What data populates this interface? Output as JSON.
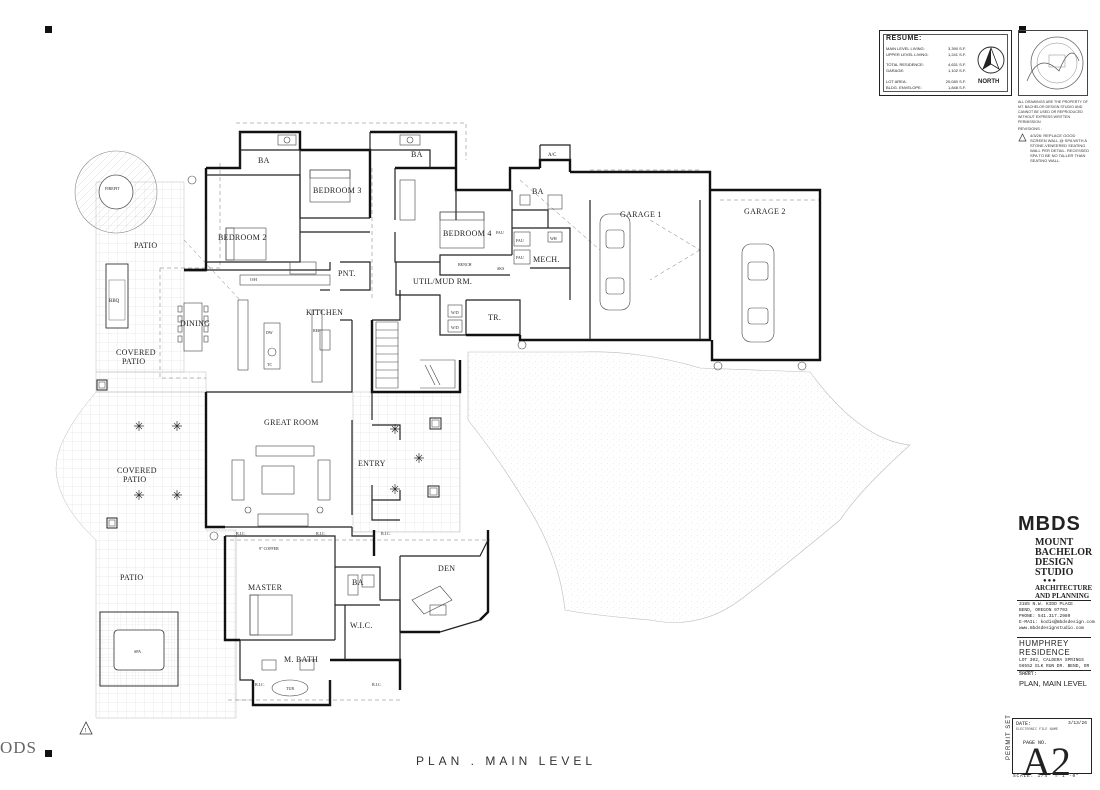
{
  "plan_title": "PLAN . MAIN LEVEL",
  "watermark": "ODS",
  "resume": {
    "title": "RESUME:",
    "rows": [
      {
        "label": "MAIN LEVEL LIVING:",
        "value": "3,390 S.F."
      },
      {
        "label": "UPPER LEVEL LIVING:",
        "value": "1,241 S.F."
      },
      {
        "label": "TOTAL RESIDENCE:",
        "value": "4,631 S.F."
      },
      {
        "label": "GARAGE:",
        "value": "1,102 S.F."
      },
      {
        "label": "LOT AREA:",
        "value": "20,080 S.F."
      },
      {
        "label": "BLDG. ENVELOPE:",
        "value": "1,848 S.F."
      }
    ],
    "north_label": "NORTH"
  },
  "rights_notice": "ALL DRAWINGS ARE THE PROPERTY OF MT. BACHELOR DESIGN STUDIO AND CANNOT BE USED OR REPRODUCED WITHOUT EXPRESS WRITTEN PERMISSION",
  "revisions": {
    "title": "REVISIONS :",
    "items": [
      "4/3/26: REPLACE GOOD SCREEN WALL @ SPA WITH A STONE-VENEERED SEATING WALL PER DETAIL. RECESSED SPA TO BE NO TALLER THAN SEATING WALL."
    ]
  },
  "title_block": {
    "logo": "MBDS",
    "firm_lines": [
      "MOUNT",
      "BACHELOR",
      "DESIGN",
      "STUDIO"
    ],
    "firm_tag_lines": [
      "ARCHITECTURE",
      "AND PLANNING"
    ],
    "address_lines": [
      "3185 N.W. KIDD PLACE",
      "BEND, OREGON    97703",
      "PHONE:      541.317.2980",
      "E-MAIL:  kodis@mbdsdesign.com",
      "www.mbdsdesignstudio.com"
    ],
    "project_lines": [
      "HUMPHREY",
      "RESIDENCE"
    ],
    "lot_lines": [
      "LOT 302, CALDERA SPRINGS",
      "56552 ELK RUN DR. BEND, OR 97707"
    ],
    "sheet_label": "SHEET:",
    "sheet_name": "PLAN, MAIN LEVEL",
    "date_label": "DATE:",
    "date_value": "3/13/26",
    "file_label": "ELECTRONIC FILE NAME",
    "permit_label": "PERMIT SET",
    "page_label": "PAGE NO.",
    "page_no": "A2",
    "scale": "SCALE: 1/4\" = 1'-0\""
  },
  "rooms": {
    "patio_top": "PATIO",
    "firepit": "FIREPIT",
    "bbq": "BBQ",
    "covered_patio_1": [
      "COVERED",
      "PATIO"
    ],
    "covered_patio_2": [
      "COVERED",
      "PATIO"
    ],
    "patio_bottom": "PATIO",
    "spa": "SPA",
    "bedroom2": "BEDROOM 2",
    "ba1": "BA",
    "bedroom3": "BEDROOM 3",
    "ba2": "BA",
    "pnt": "PNT.",
    "kitchen": "KITCHEN",
    "dining": "DINING",
    "great_room": "GREAT ROOM",
    "bedroom4": "BEDROOM 4",
    "ba3": "BA",
    "util": "UTIL/MUD RM.",
    "mech": "MECH.",
    "tr": "TR.",
    "garage1": "GARAGE 1",
    "garage2": "GARAGE 2",
    "ac": "A/C",
    "entry": "ENTRY",
    "master": "MASTER",
    "ba4": "BA",
    "den": "DEN",
    "wic": "W.I.C.",
    "mbath": "M. BATH",
    "tub": "TUB",
    "coffer": "9\" COFFER",
    "bic1": "B.I.C.",
    "bic2": "B.I.C.",
    "bic3": "B.I.C.",
    "bic4": "B.I.C.",
    "bic5": "B.I.C.",
    "bench": "BENCH",
    "sks": "SKS",
    "fau1": "FAU",
    "fau2": "FAU",
    "fau3": "FAU",
    "wh": "WH",
    "wd1": "W/D",
    "wd2": "W/D",
    "dw": "DW",
    "tc": "TC",
    "ref": "REF",
    "ovn": "O/H"
  }
}
